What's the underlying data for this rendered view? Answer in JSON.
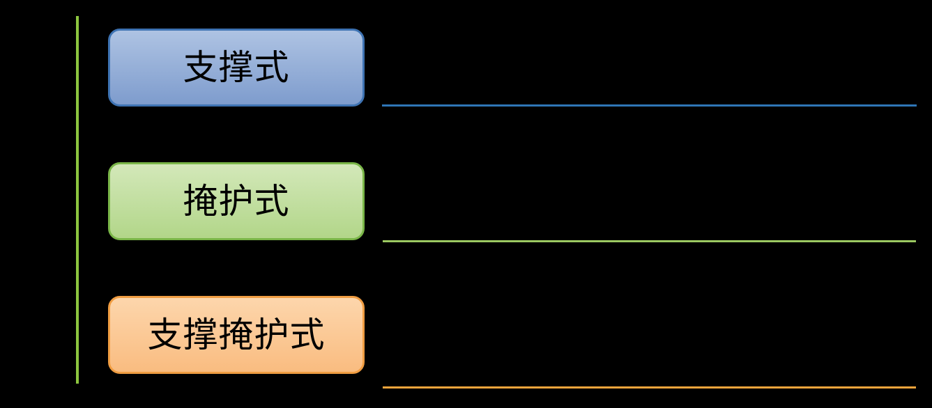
{
  "canvas": {
    "background": "#000000"
  },
  "spine": {
    "color": "#8dc63f"
  },
  "items": [
    {
      "label": "支撑式",
      "colors": {
        "fill_top": "#aec3e3",
        "fill_bottom": "#7e9ccd",
        "border": "#3e73b3",
        "line": "#2e75b6"
      }
    },
    {
      "label": "掩护式",
      "colors": {
        "fill_top": "#d3e8b9",
        "fill_bottom": "#b2d689",
        "border": "#7ab648",
        "line": "#9bc861"
      }
    },
    {
      "label": "支撑掩护式",
      "colors": {
        "fill_top": "#fdd6ac",
        "fill_bottom": "#f9bc80",
        "border": "#f09d42",
        "line": "#f5a53c"
      }
    }
  ]
}
